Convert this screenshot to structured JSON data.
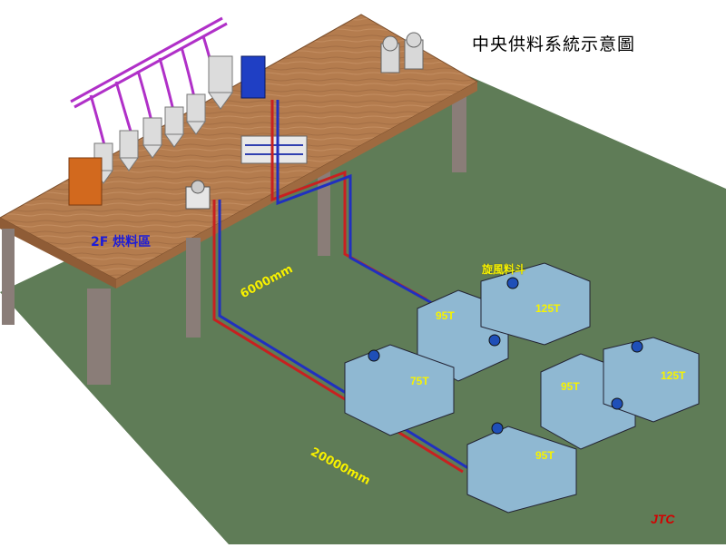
{
  "title": "中央供料系統示意圖",
  "zone_label": "2F 烘料區",
  "hopper_label": "旋風料斗",
  "distances": {
    "first": "6000mm",
    "second": "20000mm"
  },
  "machines": [
    {
      "tonnage": "95T"
    },
    {
      "tonnage": "125T"
    },
    {
      "tonnage": "75T"
    },
    {
      "tonnage": "95T"
    },
    {
      "tonnage": "125T"
    },
    {
      "tonnage": "95T"
    }
  ],
  "logo": "JTC",
  "colors": {
    "floor": "#5f7c57",
    "deck": "#b27a4c",
    "machine": "#8fb8d2",
    "pipe_red": "#c82020",
    "pipe_blue": "#2030c0",
    "vacuum_line": "#b030c8",
    "label_yellow": "#f7f300",
    "logo_red": "#d40000"
  }
}
